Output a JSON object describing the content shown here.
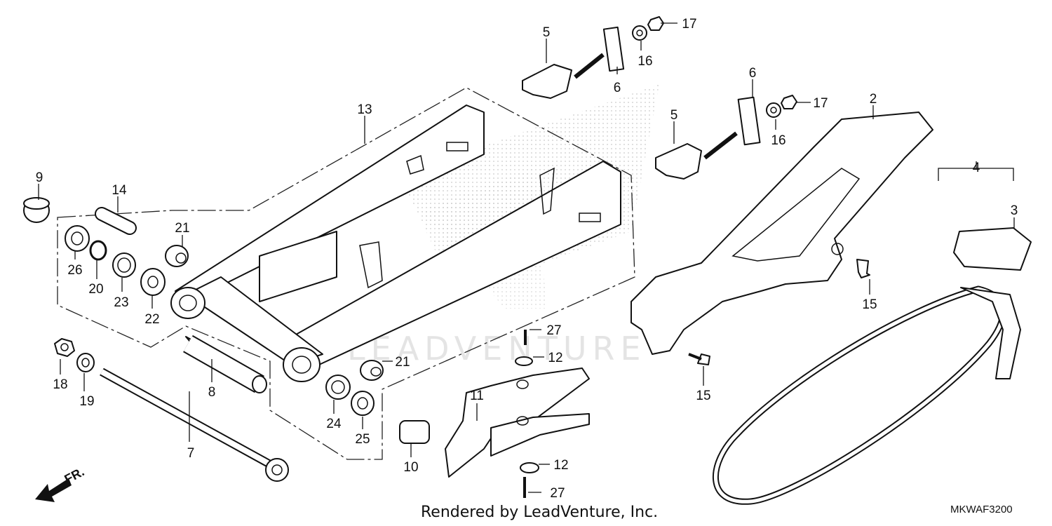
{
  "callouts": [
    {
      "id": "c5a",
      "text": "5"
    },
    {
      "id": "c6a",
      "text": "6"
    },
    {
      "id": "c16a",
      "text": "16"
    },
    {
      "id": "c17a",
      "text": "17"
    },
    {
      "id": "c6b",
      "text": "6"
    },
    {
      "id": "c17b",
      "text": "17"
    },
    {
      "id": "c16b",
      "text": "16"
    },
    {
      "id": "c5b",
      "text": "5"
    },
    {
      "id": "c2",
      "text": "2"
    },
    {
      "id": "c13",
      "text": "13"
    },
    {
      "id": "c9",
      "text": "9"
    },
    {
      "id": "c14",
      "text": "14"
    },
    {
      "id": "c21a",
      "text": "21"
    },
    {
      "id": "c26",
      "text": "26"
    },
    {
      "id": "c20",
      "text": "20"
    },
    {
      "id": "c23",
      "text": "23"
    },
    {
      "id": "c22",
      "text": "22"
    },
    {
      "id": "c4",
      "text": "4"
    },
    {
      "id": "c3",
      "text": "3"
    },
    {
      "id": "c15a",
      "text": "15"
    },
    {
      "id": "c27a",
      "text": "27"
    },
    {
      "id": "c12a",
      "text": "12"
    },
    {
      "id": "c21b",
      "text": "21"
    },
    {
      "id": "c18",
      "text": "18"
    },
    {
      "id": "c19",
      "text": "19"
    },
    {
      "id": "c8",
      "text": "8"
    },
    {
      "id": "c15b",
      "text": "15"
    },
    {
      "id": "c11",
      "text": "11"
    },
    {
      "id": "c24",
      "text": "24"
    },
    {
      "id": "c25",
      "text": "25"
    },
    {
      "id": "c7",
      "text": "7"
    },
    {
      "id": "c10",
      "text": "10"
    },
    {
      "id": "c12b",
      "text": "12"
    },
    {
      "id": "c27b",
      "text": "27"
    }
  ],
  "direction_label": "FR.",
  "credit": "Rendered by LeadVenture, Inc.",
  "diagram_code": "MKWAF3200",
  "watermark": "LEADVENTURE"
}
